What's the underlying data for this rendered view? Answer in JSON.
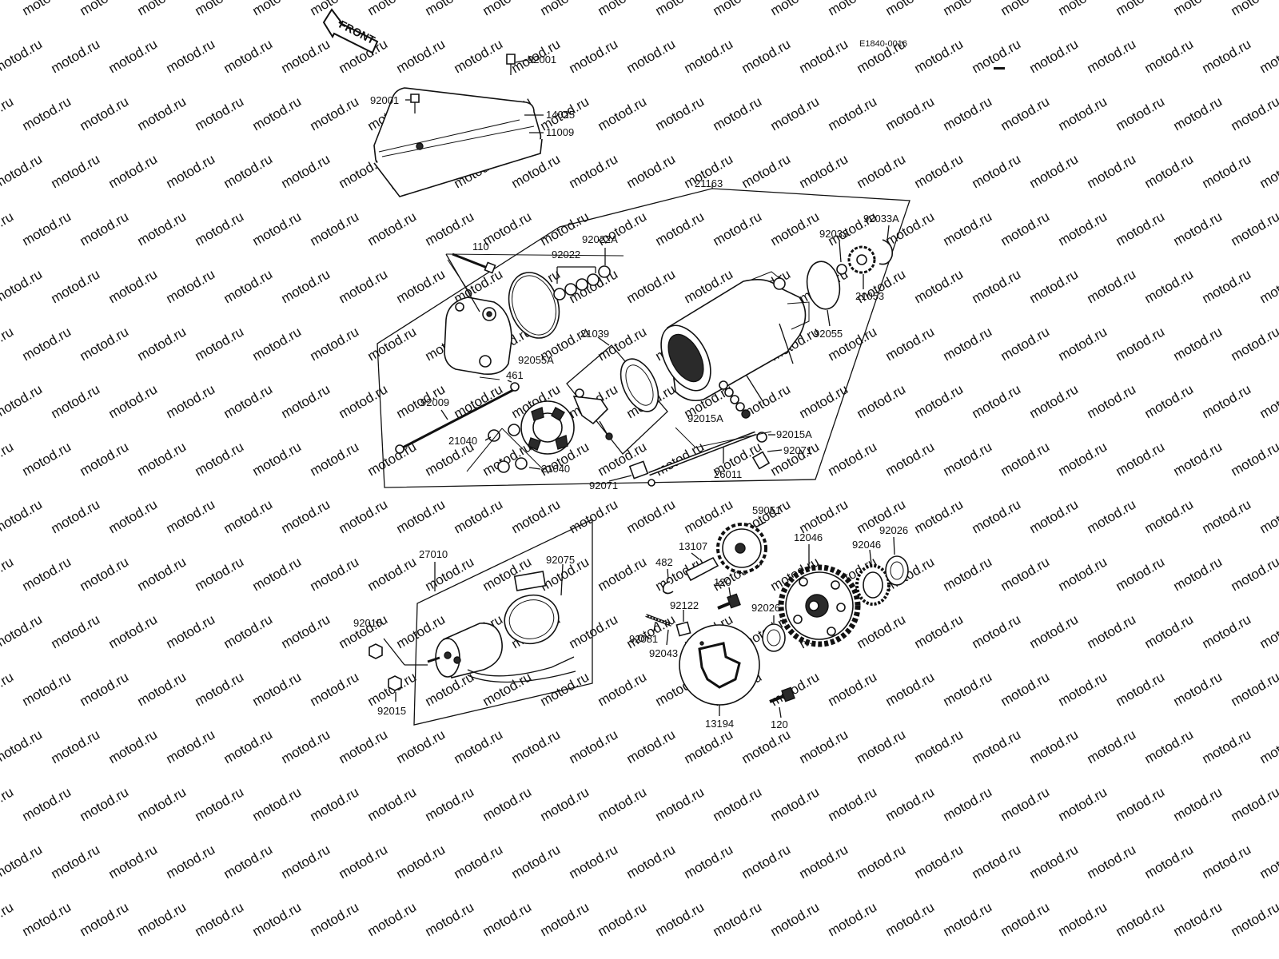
{
  "diagram": {
    "code": "E1840-0016",
    "front_label": "FRONT",
    "watermark": "motod.ru",
    "callouts": {
      "c92001a": "92001",
      "c92001b": "92001",
      "c14025": "14025",
      "c11009": "11009",
      "c21163": "21163",
      "c110": "110",
      "c92022": "92022",
      "c92022A": "92022A",
      "c92033": "92033",
      "c92033A": "92033A",
      "c21053": "21053",
      "c92055": "92055",
      "c92055A": "92055A",
      "c21039": "21039",
      "c461": "461",
      "c92009": "92009",
      "c21040a": "21040",
      "c21040b": "21040",
      "c92015Aa": "92015A",
      "c92015Ab": "92015A",
      "c92071a": "92071",
      "c92071b": "92071",
      "c26011": "26011",
      "c27010": "27010",
      "c92075": "92075",
      "c92015a": "92015",
      "c92015b": "92015",
      "c59051": "59051",
      "c13107": "13107",
      "c482": "482",
      "c120a": "120",
      "c120b": "120",
      "c92122": "92122",
      "c92081": "92081",
      "c92043": "92043",
      "c13194": "13194",
      "c12046": "12046",
      "c92046": "92046",
      "c92026a": "92026",
      "c92026b": "92026"
    }
  }
}
